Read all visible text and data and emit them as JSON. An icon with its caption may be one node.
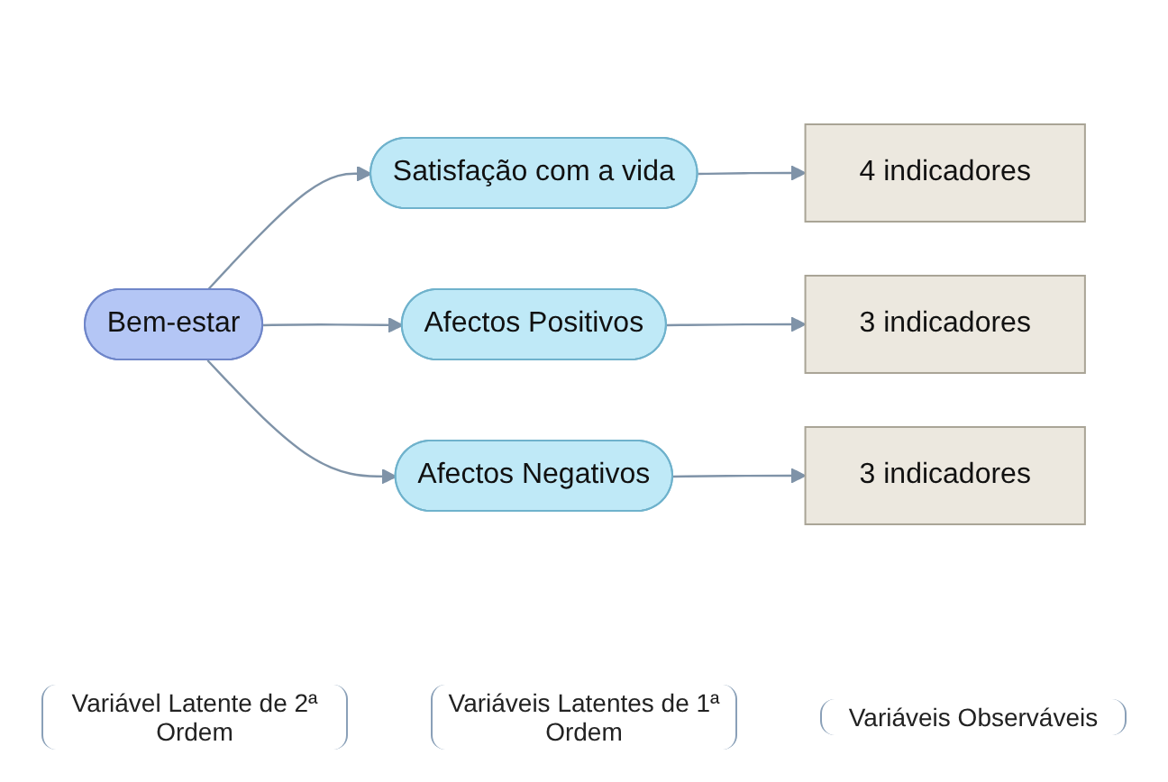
{
  "diagram": {
    "nodes": [
      {
        "text": [
          "Bem-estar"
        ]
      },
      {
        "text": [
          "Satisfação com a vida"
        ]
      },
      {
        "text": [
          "Afectos Positivos"
        ]
      },
      {
        "text": [
          "Afectos Negativos"
        ]
      },
      {
        "text": [
          "4 indicadores"
        ]
      },
      {
        "text": [
          "3 indicadores"
        ]
      },
      {
        "text": [
          "3 indicadores"
        ]
      }
    ],
    "edges": [
      {
        "from": 0,
        "to": 1,
        "arrow": "to"
      },
      {
        "from": 0,
        "to": 2,
        "arrow": "to"
      },
      {
        "from": 0,
        "to": 3,
        "arrow": "to"
      },
      {
        "from": 1,
        "to": 4,
        "arrow": "to"
      },
      {
        "from": 2,
        "to": 5,
        "arrow": "to"
      },
      {
        "from": 3,
        "to": 6,
        "arrow": "to"
      }
    ],
    "labels": [
      "Variável Latente de 2ª Ordem",
      "Variáveis Latentes de 1ª Ordem",
      "Variáveis Observáveis"
    ]
  }
}
